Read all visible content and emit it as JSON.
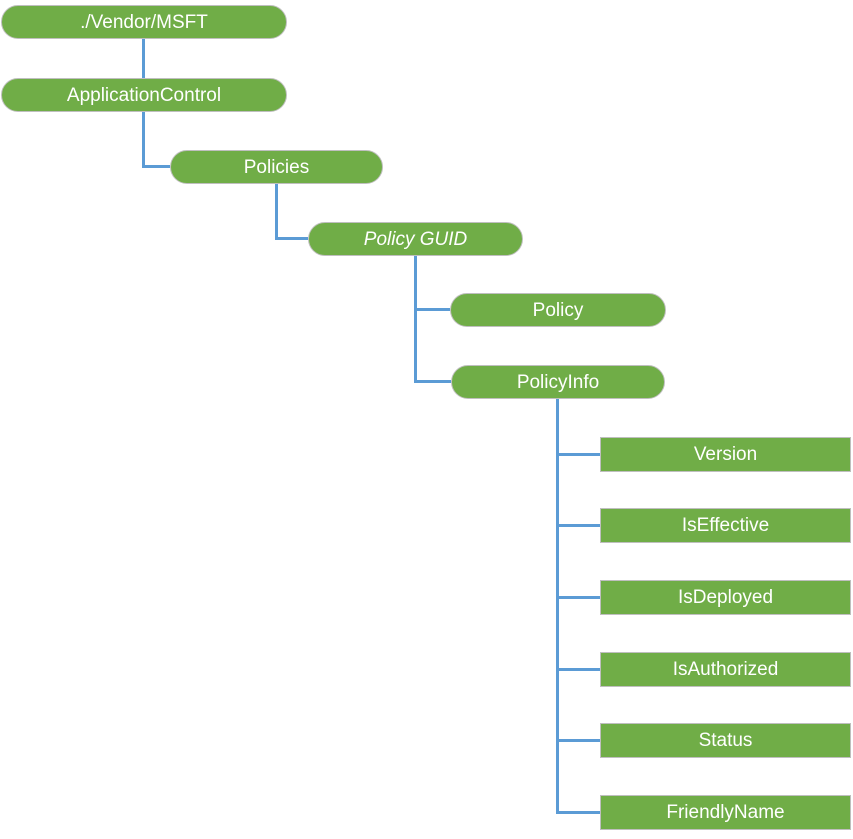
{
  "colors": {
    "node_fill": "#70AD47",
    "node_border": "#BFBFBF",
    "node_text": "#FFFFFF",
    "connector": "#5B9BD5",
    "background": "#FFFFFF"
  },
  "tree": {
    "root": {
      "label": "./Vendor/MSFT"
    },
    "application_control": {
      "label": "ApplicationControl"
    },
    "policies": {
      "label": "Policies"
    },
    "policy_guid": {
      "label": "Policy GUID",
      "style": "italic-placeholder"
    },
    "policy": {
      "label": "Policy"
    },
    "policy_info": {
      "label": "PolicyInfo"
    },
    "policy_info_children": [
      {
        "label": "Version"
      },
      {
        "label": "IsEffective"
      },
      {
        "label": "IsDeployed"
      },
      {
        "label": "IsAuthorized"
      },
      {
        "label": "Status"
      },
      {
        "label": "FriendlyName"
      }
    ]
  }
}
